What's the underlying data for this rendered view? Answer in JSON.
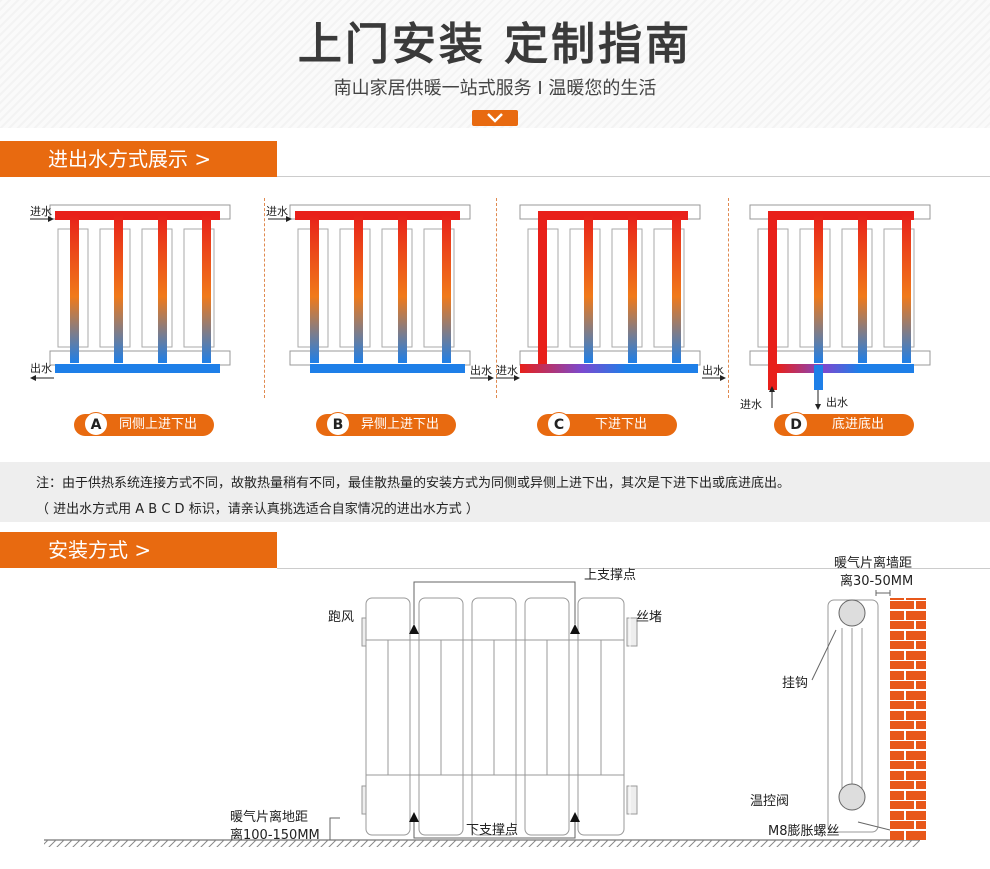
{
  "header": {
    "title": "上门安装 定制指南",
    "subtitle": "南山家居供暖一站式服务 I 温暖您的生活"
  },
  "section1": {
    "title": "进出水方式展示 >",
    "diagrams": [
      {
        "badge": "A",
        "name": "同侧上进下出",
        "in_label": "进水",
        "out_label": "出水"
      },
      {
        "badge": "B",
        "name": "异侧上进下出",
        "in_label": "进水",
        "out_label": "出水"
      },
      {
        "badge": "C",
        "name": "下进下出",
        "in_label": "进水",
        "out_label": "出水"
      },
      {
        "badge": "D",
        "name": "底进底出",
        "in_label": "进水",
        "out_label": "出水"
      }
    ]
  },
  "note": {
    "line1": "注：由于供热系统连接方式不同，故散热量稍有不同，最佳散热量的安装方式为同侧或异侧上进下出，其次是下进下出或底进底出。",
    "line2": "（ 进出水方式用  A  B  C  D  标识，请亲认真挑选适合自家情况的进出水方式 ）"
  },
  "section2": {
    "title": "安装方式 >",
    "labels": {
      "top_support": "上支撑点",
      "bottom_support": "下支撑点",
      "vent": "跑风",
      "plug": "丝堵",
      "floor_distance_1": "暖气片离地距",
      "floor_distance_2": "离100-150MM",
      "wall_distance_1": "暖气片离墙距",
      "wall_distance_2": "离30-50MM",
      "hook": "挂钩",
      "valve": "温控阀",
      "bolt": "M8膨胀螺丝"
    }
  },
  "colors": {
    "accent": "#e86a10",
    "hot": "#e8201a",
    "cold": "#1e7fe8"
  }
}
